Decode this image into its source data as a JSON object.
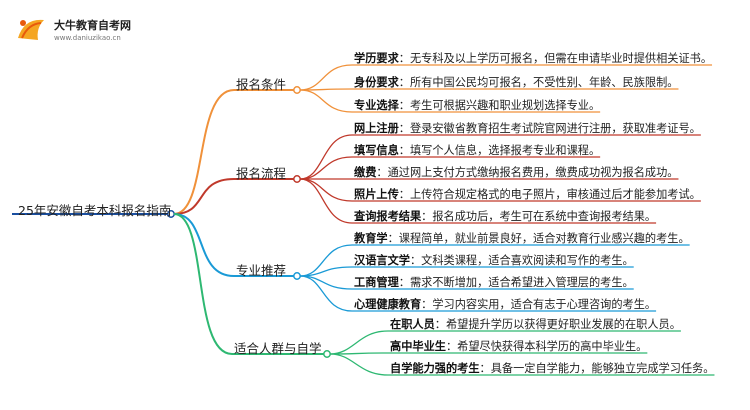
{
  "logo": {
    "name": "大牛教育自考网",
    "url": "www.daniuzikao.cn"
  },
  "root": "25年安徽自考本科报名指南",
  "branches": [
    {
      "label": "报名条件",
      "color": "#f0913a",
      "items": [
        {
          "key": "学历要求",
          "text": "：无专科及以上学历可报名，但需在申请毕业时提供相关证书。"
        },
        {
          "key": "身份要求",
          "text": "：所有中国公民均可报名，不受性别、年龄、民族限制。"
        },
        {
          "key": "专业选择",
          "text": "：考生可根据兴趣和职业规划选择专业。"
        }
      ]
    },
    {
      "label": "报名流程",
      "color": "#c0392b",
      "items": [
        {
          "key": "网上注册",
          "text": "：登录安徽省教育招生考试院官网进行注册，获取准考证号。"
        },
        {
          "key": "填写信息",
          "text": "：填写个人信息，选择报考专业和课程。"
        },
        {
          "key": "缴费",
          "text": "：通过网上支付方式缴纳报名费用，缴费成功视为报名成功。"
        },
        {
          "key": "照片上传",
          "text": "：上传符合规定格式的电子照片，审核通过后才能参加考试。"
        },
        {
          "key": "查询报考结果",
          "text": "：报名成功后，考生可在系统中查询报考结果。"
        }
      ]
    },
    {
      "label": "专业推荐",
      "color": "#1a9ad6",
      "items": [
        {
          "key": "教育学",
          "text": "：课程简单，就业前景良好，适合对教育行业感兴趣的考生。"
        },
        {
          "key": "汉语言文学",
          "text": "：文科类课程，适合喜欢阅读和写作的考生。"
        },
        {
          "key": "工商管理",
          "text": "：需求不断增加，适合希望进入管理层的考生。"
        },
        {
          "key": "心理健康教育",
          "text": "：学习内容实用，适合有志于心理咨询的考生。"
        }
      ]
    },
    {
      "label": "适合人群与自学",
      "color": "#2eb872",
      "items": [
        {
          "key": "在职人员",
          "text": "：希望提升学历以获得更好职业发展的在职人员。"
        },
        {
          "key": "高中毕业生",
          "text": "：希望尽快获得本科学历的高中毕业生。"
        },
        {
          "key": "自学能力强的考生",
          "text": "：具备一定自学能力，能够独立完成学习任务。"
        }
      ]
    }
  ]
}
